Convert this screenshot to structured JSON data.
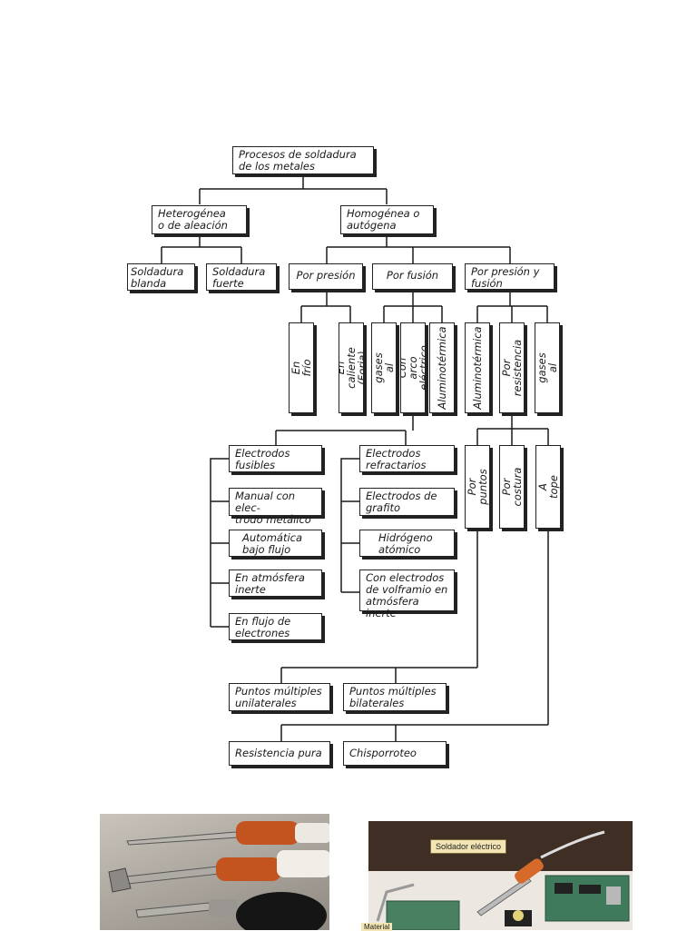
{
  "root": "Procesos de soldadura\nde los metales",
  "level1": {
    "heterogenea": "Heterogénea\no de aleación",
    "homogenea": "Homogénea o\nautógena"
  },
  "hetero_children": [
    "Soldadura\nblanda",
    "Soldadura\nfuerte"
  ],
  "homo_children": {
    "presion": "Por presión",
    "fusion": "Por fusión",
    "presion_fusion": "Por presión y\nfusión"
  },
  "presion_children": [
    "En frío",
    "En caliente\n(Forja)"
  ],
  "fusion_children": [
    "Con gases\nal soplete",
    "Con arco\neléctrico",
    "Aluminotérmica"
  ],
  "pf_children": [
    "Aluminotérmica",
    "Por resistencia",
    "Con gases\nal soplete"
  ],
  "arco": {
    "fusibles": "Electrodos\nfusibles",
    "fusibles_items": [
      "Manual con elec-\ntrodo metálico",
      "Automática\nbajo flujo",
      "En atmósfera\ninerte",
      "En flujo de\nelectrones"
    ],
    "refractarios": "Electrodos\nrefractarios",
    "refractarios_items": [
      "Electrodos de\ngrafito",
      "Hidrógeno\natómico",
      "Con electrodos\nde volframio en\natmósfera inerte"
    ]
  },
  "resistencia_children": [
    "Por puntos",
    "Por costura",
    "A tope"
  ],
  "puntos_children": [
    "Puntos múltiples\nunilaterales",
    "Puntos múltiples\nbilaterales"
  ],
  "tope_children": [
    "Resistencia pura",
    "Chisporroteo"
  ],
  "photos": {
    "right_callout": "Soldador eléctrico",
    "right_bottom_label": "Material"
  }
}
